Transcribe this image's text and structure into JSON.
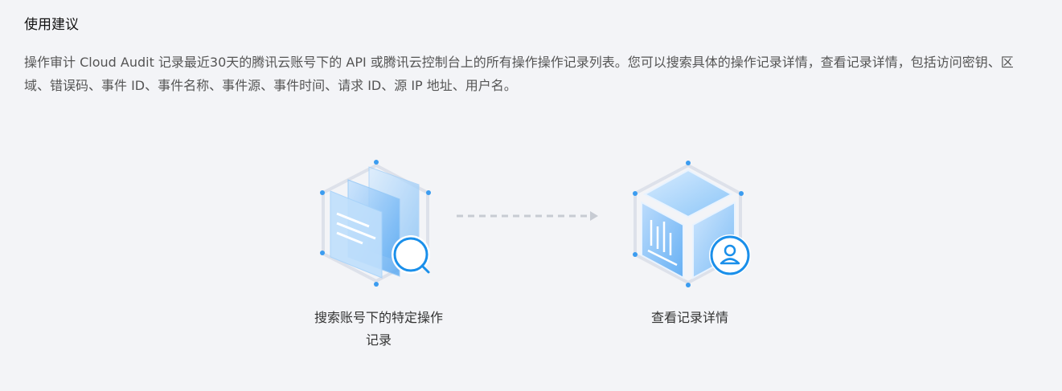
{
  "section": {
    "title": "使用建议",
    "description": "操作审计 Cloud Audit 记录最近30天的腾讯云账号下的 API 或腾讯云控制台上的所有操作操作记录列表。您可以搜索具体的操作记录详情，查看记录详情，包括访问密钥、区域、错误码、事件 ID、事件名称、事件源、事件时间、请求 ID、源 IP 地址、用户名。"
  },
  "steps": [
    {
      "label": "搜索账号下的特定操作记录",
      "icon": "search-records-icon"
    },
    {
      "label": "查看记录详情",
      "icon": "record-details-icon"
    }
  ],
  "colors": {
    "background": "#f3f4f7",
    "accent": "#1a8fea",
    "illustration_light": "#cfe7fd",
    "hex_outline": "#dde1ea",
    "arrow": "#c7cbd3"
  }
}
